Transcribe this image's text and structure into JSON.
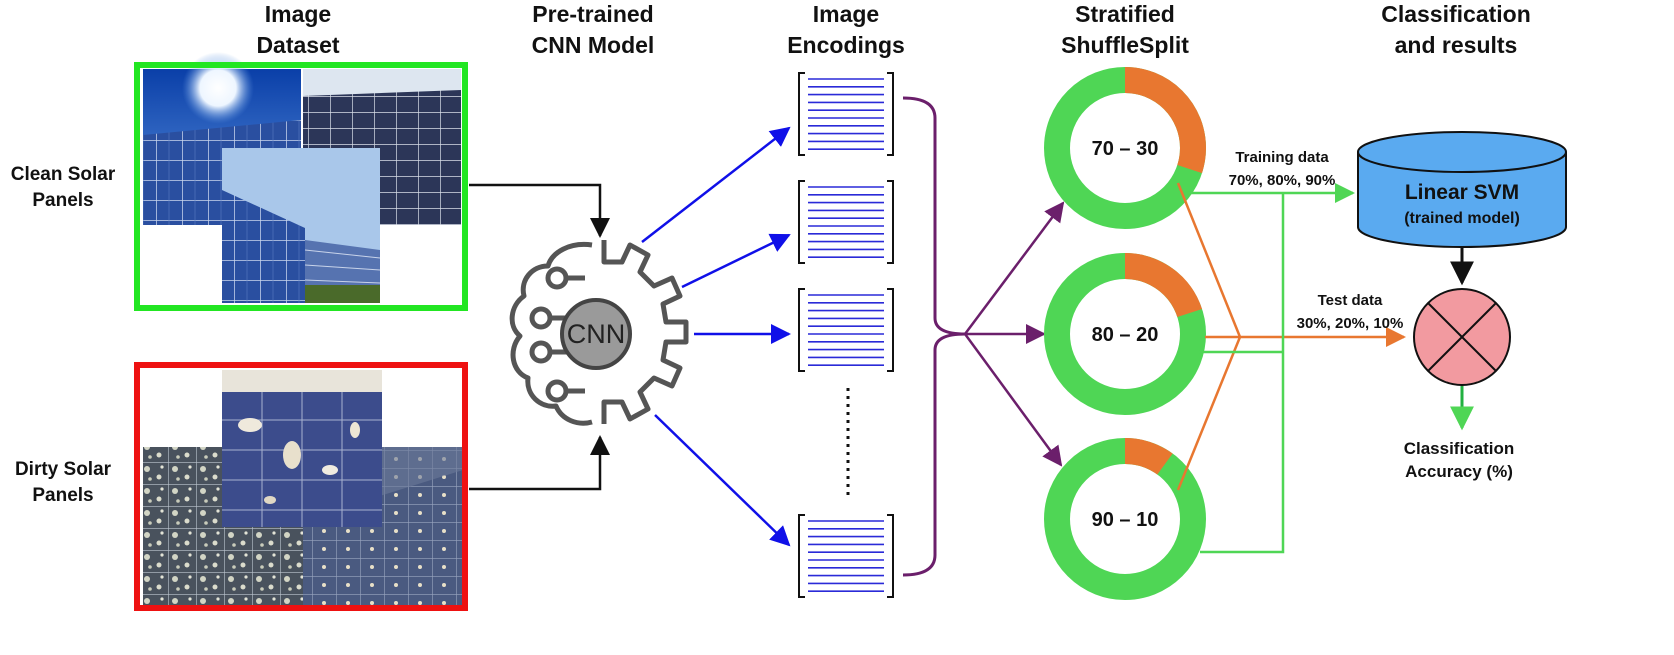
{
  "headers": {
    "dataset": [
      "Image",
      "Dataset"
    ],
    "cnn": [
      "Pre-trained",
      "CNN Model"
    ],
    "encodings": [
      "Image",
      "Encodings"
    ],
    "split": [
      "Stratified",
      "ShuffleSplit"
    ],
    "results": [
      "Classification",
      "and results"
    ]
  },
  "classes": {
    "clean": [
      "Clean Solar",
      "Panels"
    ],
    "dirty": [
      "Dirty Solar",
      "Panels"
    ]
  },
  "cnn_label": "CNN",
  "splits": [
    {
      "label": "70 – 30",
      "train_fraction": 0.7,
      "test_fraction": 0.3
    },
    {
      "label": "80 – 20",
      "train_fraction": 0.8,
      "test_fraction": 0.2
    },
    {
      "label": "90 – 10",
      "train_fraction": 0.9,
      "test_fraction": 0.1
    }
  ],
  "training": {
    "title": "Training data",
    "values": "70%, 80%, 90%"
  },
  "test": {
    "title": "Test data",
    "values": "30%, 20%, 10%"
  },
  "svm": {
    "title": "Linear SVM",
    "subtitle": "(trained model)"
  },
  "accuracy": [
    "Classification",
    "Accuracy (%)"
  ],
  "colors": {
    "clean_border": "#22e622",
    "dirty_border": "#ee1111",
    "encoding_line": "#2a2ad8",
    "blue_arrow": "#1010e8",
    "purple": "#6b1f6b",
    "ring_train": "#4fd655",
    "ring_test": "#e87730",
    "train_line": "#4fd655",
    "test_line": "#e87730",
    "svm_fill": "#5aaaf0",
    "combiner_fill": "#f29aa0"
  },
  "icons": [
    "gear-icon",
    "brain-circuit-icon",
    "cylinder-icon",
    "cross-circle-icon"
  ]
}
